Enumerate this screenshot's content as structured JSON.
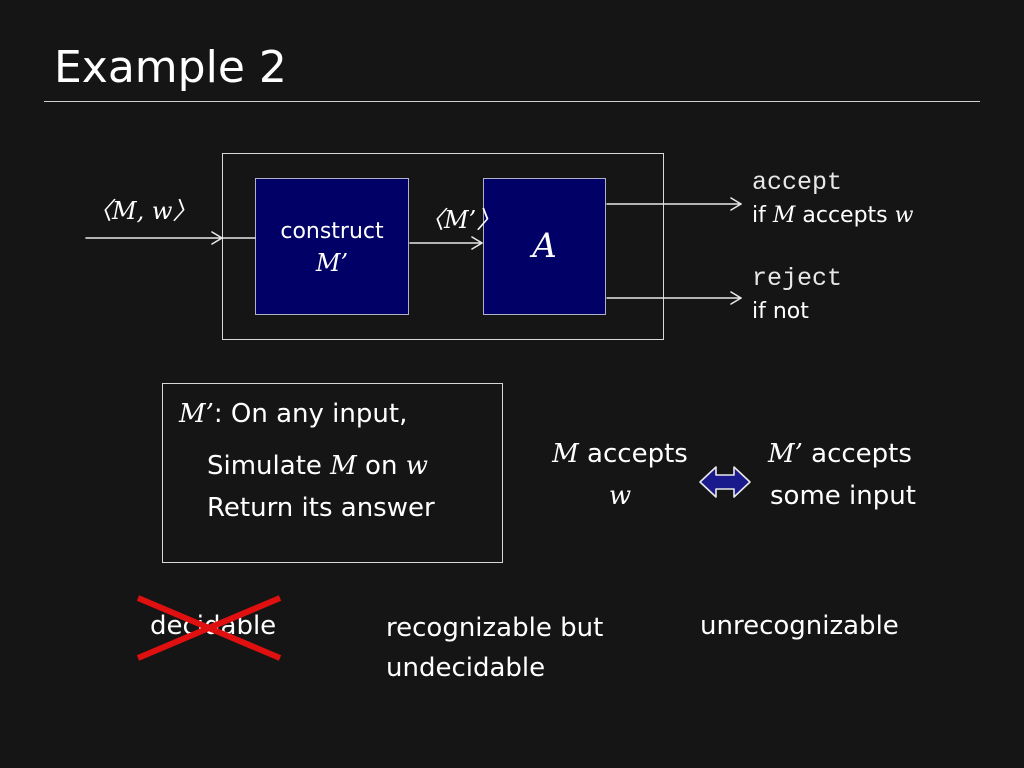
{
  "slide": {
    "title": "Example 2"
  },
  "diagram": {
    "input_label": "〈M, w〉",
    "construct_label": "construct",
    "construct_machine": "M’",
    "middle_label": "〈M’〉",
    "decider_label": "A",
    "accept_word": "accept",
    "accept_condition_prefix": "if ",
    "accept_condition_machine": "M",
    "accept_condition_suffix": " accepts ",
    "accept_condition_var": "w",
    "reject_word": "reject",
    "reject_condition": "if not",
    "box_fill_color": "#000066"
  },
  "description": {
    "machine": "M’",
    "title_rest": ": On any input,",
    "line1_prefix": "Simulate ",
    "line1_machine": "M",
    "line1_mid": " on ",
    "line1_var": "w",
    "line2": "Return its answer"
  },
  "equivalence": {
    "left_machine": "M",
    "left_text": " accepts",
    "left_var": "w",
    "right_machine": "M’",
    "right_text": " accepts",
    "right_line2": "some input",
    "arrow_color": "#1a1a8c"
  },
  "categories": {
    "decidable": "decidable",
    "recognizable_line1": "recognizable but",
    "recognizable_line2": "undecidable",
    "unrecognizable": "unrecognizable",
    "cross_color": "#e01010"
  }
}
